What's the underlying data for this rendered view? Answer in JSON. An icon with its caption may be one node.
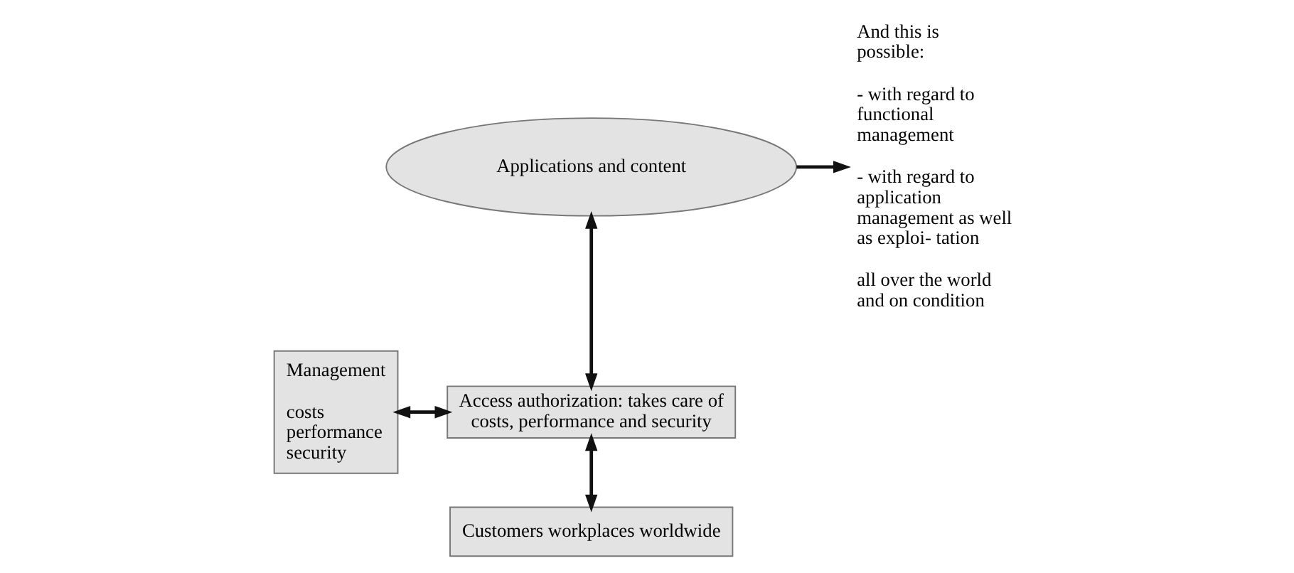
{
  "diagram": {
    "nodes": [
      {
        "text": [
          "Applications and content"
        ]
      },
      {
        "text": [
          "And this is possible:",
          "- with regard to functional management",
          "- with regard to application management as well as exploi- tation",
          "all over the world and on condition"
        ]
      },
      {
        "text": [
          "Management",
          "costs performance security"
        ]
      },
      {
        "text": [
          "Access authorization: takes care of costs, performance and security"
        ]
      },
      {
        "text": [
          "Customers workplaces worldwide"
        ]
      }
    ],
    "edges": [
      {
        "from": 0,
        "to": 1,
        "arrow": "to"
      },
      {
        "from": 0,
        "to": 3,
        "arrow": "both"
      },
      {
        "from": 2,
        "to": 3,
        "arrow": "both"
      },
      {
        "from": 3,
        "to": 4,
        "arrow": "both"
      }
    ]
  }
}
